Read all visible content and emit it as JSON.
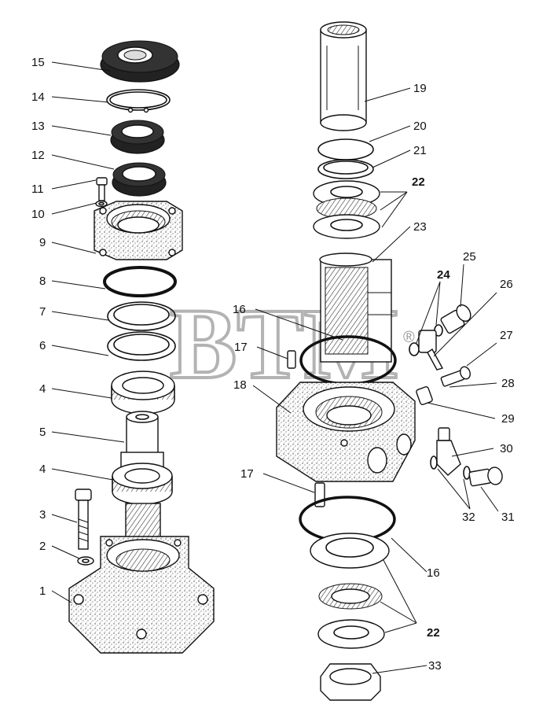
{
  "watermark": {
    "text": "BTM",
    "mark": "®"
  },
  "callouts": [
    {
      "id": "l15",
      "text": "15",
      "bold": false
    },
    {
      "id": "l14",
      "text": "14",
      "bold": false
    },
    {
      "id": "l13",
      "text": "13",
      "bold": false
    },
    {
      "id": "l12",
      "text": "12",
      "bold": false
    },
    {
      "id": "l11",
      "text": "11",
      "bold": false
    },
    {
      "id": "l10",
      "text": "10",
      "bold": false
    },
    {
      "id": "l9",
      "text": "9",
      "bold": false
    },
    {
      "id": "l8",
      "text": "8",
      "bold": false
    },
    {
      "id": "l7",
      "text": "7",
      "bold": false
    },
    {
      "id": "l6",
      "text": "6",
      "bold": false
    },
    {
      "id": "l4a",
      "text": "4",
      "bold": false
    },
    {
      "id": "l5",
      "text": "5",
      "bold": false
    },
    {
      "id": "l4b",
      "text": "4",
      "bold": false
    },
    {
      "id": "l3",
      "text": "3",
      "bold": false
    },
    {
      "id": "l2",
      "text": "2",
      "bold": false
    },
    {
      "id": "l1",
      "text": "1",
      "bold": false
    },
    {
      "id": "l19",
      "text": "19",
      "bold": false
    },
    {
      "id": "l20",
      "text": "20",
      "bold": false
    },
    {
      "id": "l21",
      "text": "21",
      "bold": false
    },
    {
      "id": "l22a",
      "text": "22",
      "bold": true
    },
    {
      "id": "l23",
      "text": "23",
      "bold": false
    },
    {
      "id": "l25",
      "text": "25",
      "bold": false
    },
    {
      "id": "l24",
      "text": "24",
      "bold": true
    },
    {
      "id": "l26",
      "text": "26",
      "bold": false
    },
    {
      "id": "l16a",
      "text": "16",
      "bold": false
    },
    {
      "id": "l17a",
      "text": "17",
      "bold": false
    },
    {
      "id": "l27",
      "text": "27",
      "bold": false
    },
    {
      "id": "l18",
      "text": "18",
      "bold": false
    },
    {
      "id": "l28",
      "text": "28",
      "bold": false
    },
    {
      "id": "l29",
      "text": "29",
      "bold": false
    },
    {
      "id": "l30",
      "text": "30",
      "bold": false
    },
    {
      "id": "l17b",
      "text": "17",
      "bold": false
    },
    {
      "id": "l32",
      "text": "32",
      "bold": false
    },
    {
      "id": "l31",
      "text": "31",
      "bold": false
    },
    {
      "id": "l16b",
      "text": "16",
      "bold": false
    },
    {
      "id": "l22b",
      "text": "22",
      "bold": true
    },
    {
      "id": "l33",
      "text": "33",
      "bold": false
    }
  ]
}
